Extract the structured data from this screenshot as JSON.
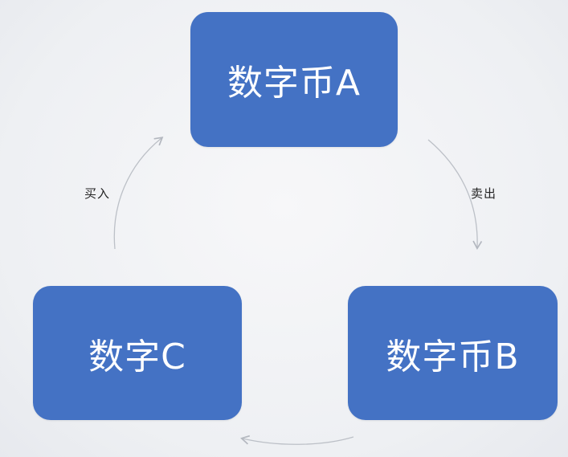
{
  "diagram": {
    "nodes": {
      "a": {
        "label": "数字币A"
      },
      "b": {
        "label": "数字币B"
      },
      "c": {
        "label": "数字C"
      }
    },
    "edges": [
      {
        "from": "c",
        "to": "a",
        "label": "买入"
      },
      {
        "from": "a",
        "to": "b",
        "label": "卖出"
      },
      {
        "from": "b",
        "to": "c",
        "label": ""
      }
    ]
  },
  "colors": {
    "node_fill": "#4472c4",
    "node_text": "#ffffff",
    "arrow": "#b8bcc4",
    "edge_label": "#222222"
  }
}
